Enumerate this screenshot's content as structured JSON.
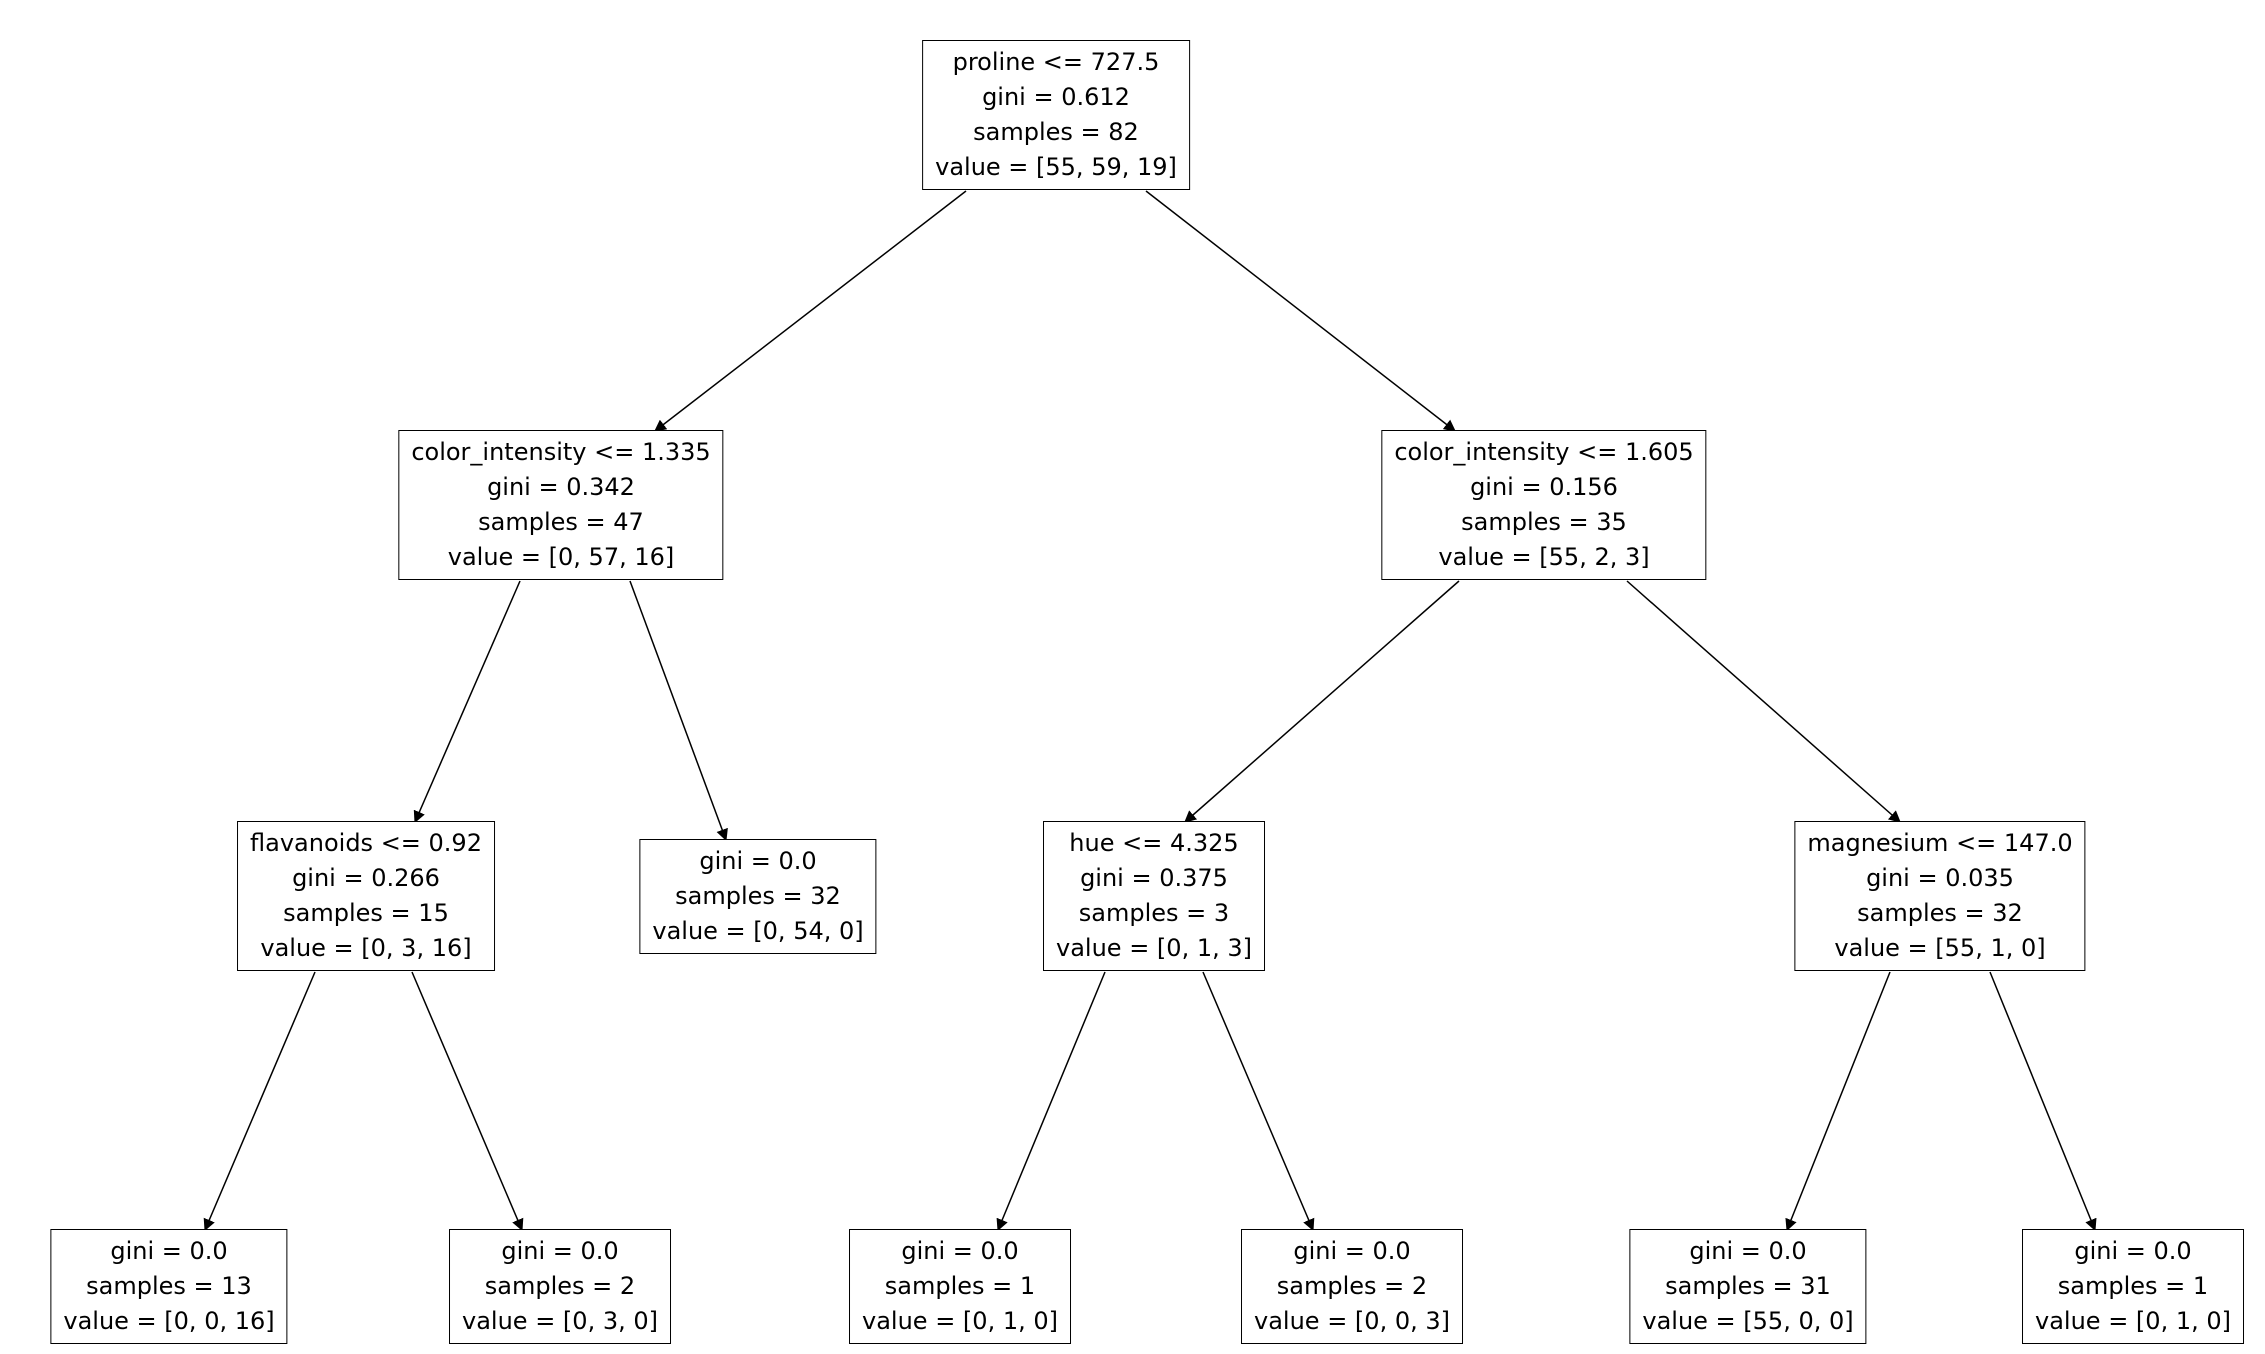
{
  "figure": {
    "type": "decision-tree",
    "background_color": "#ffffff",
    "node_border_color": "#000000",
    "text_color": "#000000",
    "nodes": [
      {
        "id": 0,
        "kind": "split",
        "lines": [
          "proline <= 727.5",
          "gini = 0.612",
          "samples = 82",
          "value = [55, 59, 19]"
        ]
      },
      {
        "id": 1,
        "kind": "split",
        "lines": [
          "color_intensity <= 1.335",
          "gini = 0.342",
          "samples = 47",
          "value = [0, 57, 16]"
        ]
      },
      {
        "id": 2,
        "kind": "split",
        "lines": [
          "color_intensity <= 1.605",
          "gini = 0.156",
          "samples = 35",
          "value = [55, 2, 3]"
        ]
      },
      {
        "id": 3,
        "kind": "split",
        "lines": [
          "flavanoids <= 0.92",
          "gini = 0.266",
          "samples = 15",
          "value = [0, 3, 16]"
        ]
      },
      {
        "id": 4,
        "kind": "leaf",
        "lines": [
          "gini = 0.0",
          "samples = 32",
          "value = [0, 54, 0]"
        ]
      },
      {
        "id": 5,
        "kind": "split",
        "lines": [
          "hue <= 4.325",
          "gini = 0.375",
          "samples = 3",
          "value = [0, 1, 3]"
        ]
      },
      {
        "id": 6,
        "kind": "split",
        "lines": [
          "magnesium <= 147.0",
          "gini = 0.035",
          "samples = 32",
          "value = [55, 1, 0]"
        ]
      },
      {
        "id": 7,
        "kind": "leaf",
        "lines": [
          "gini = 0.0",
          "samples = 13",
          "value = [0, 0, 16]"
        ]
      },
      {
        "id": 8,
        "kind": "leaf",
        "lines": [
          "gini = 0.0",
          "samples = 2",
          "value = [0, 3, 0]"
        ]
      },
      {
        "id": 9,
        "kind": "leaf",
        "lines": [
          "gini = 0.0",
          "samples = 1",
          "value = [0, 1, 0]"
        ]
      },
      {
        "id": 10,
        "kind": "leaf",
        "lines": [
          "gini = 0.0",
          "samples = 2",
          "value = [0, 0, 3]"
        ]
      },
      {
        "id": 11,
        "kind": "leaf",
        "lines": [
          "gini = 0.0",
          "samples = 31",
          "value = [55, 0, 0]"
        ]
      },
      {
        "id": 12,
        "kind": "leaf",
        "lines": [
          "gini = 0.0",
          "samples = 1",
          "value = [0, 1, 0]"
        ]
      }
    ],
    "edges": [
      [
        0,
        1
      ],
      [
        0,
        2
      ],
      [
        1,
        3
      ],
      [
        1,
        4
      ],
      [
        2,
        5
      ],
      [
        2,
        6
      ],
      [
        3,
        7
      ],
      [
        3,
        8
      ],
      [
        5,
        9
      ],
      [
        5,
        10
      ],
      [
        6,
        11
      ],
      [
        6,
        12
      ]
    ]
  }
}
